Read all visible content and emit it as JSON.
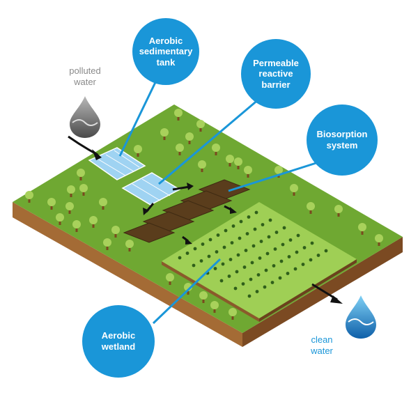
{
  "labels": {
    "aerobic_tank": "Aerobic\nsedimentary\ntank",
    "prb": "Permeable\nreactive\nbarrier",
    "biosorption": "Biosorption\nsystem",
    "wetland": "Aerobic\nwetland",
    "polluted": "polluted\nwater",
    "clean": "clean\nwater"
  },
  "colors": {
    "bubble": "#1a96d8",
    "grass": "#6fa832",
    "wetland_fill": "#9fcf55",
    "soil": "#8b5a2b",
    "polluted_text": "#8a8a8a",
    "clean_text": "#1a96d8"
  }
}
